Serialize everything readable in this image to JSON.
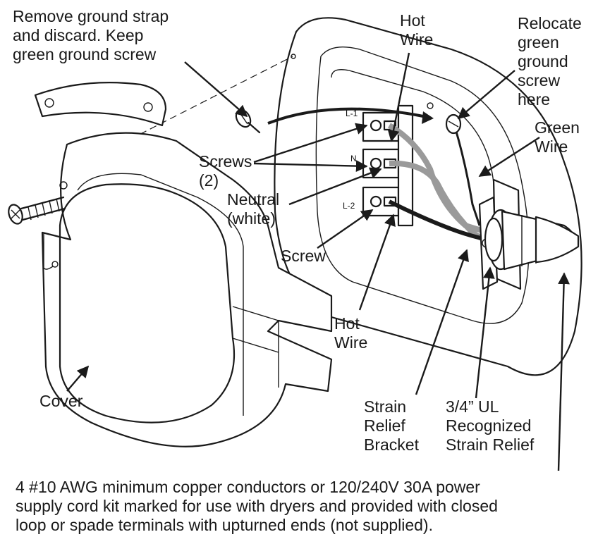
{
  "labels": {
    "remove_strap": "Remove ground strap\nand discard. Keep\ngreen ground screw",
    "hot_wire_top": "Hot\nWire",
    "relocate": "Relocate\ngreen\nground\nscrew\nhere",
    "green_wire": "Green\nWire",
    "screws": "Screws\n(2)",
    "neutral": "Neutral\n(white)",
    "screw": "Screw",
    "hot_wire_bottom": "Hot\nWire",
    "cover": "Cover",
    "strain_bracket": "Strain\nRelief\nBracket",
    "strain_relief": "3/4” UL\nRecognized\nStrain Relief",
    "terminal_l1": "L-1",
    "terminal_n": "N",
    "terminal_l2": "L-2"
  },
  "footnote": "4 #10 AWG minimum copper conductors or 120/240V 30A power\nsupply cord kit marked for use with dryers and provided with closed\nloop or spade terminals with upturned ends (not supplied).",
  "colors": {
    "line": "#1a1a1a",
    "wire_gray": "#9a9a9a",
    "background": "#ffffff"
  }
}
